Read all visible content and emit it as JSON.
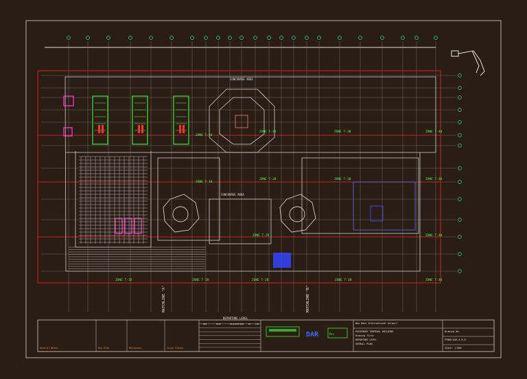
{
  "colors": {
    "background": "#2a1d14",
    "frame": "#d8d8d8",
    "grid_line": "#8a8a8a",
    "grid_bubble": "#2fbf9a",
    "boundary_red": "#e02020",
    "equipment_green": "#39e639",
    "equipment_red": "#ff3030",
    "equipment_magenta": "#ff33cc",
    "equipment_blue": "#3344ff",
    "label_green": "#4dff4d",
    "text_white": "#e6e6e6",
    "title_orange": "#ff8c2a",
    "logo_blue": "#3b6cff"
  },
  "drawing": {
    "match_line_labels": [
      "MATCHLINE \"A\"",
      "MATCHLINE \"B\""
    ],
    "departure_label": "DEPARTURE LEVEL",
    "concourse_label": "CONCOURSE AREA",
    "level_tags": [
      "ZONE T-1B",
      "ZONE T-2B",
      "ZONE T-3B",
      "ZONE T-4B"
    ],
    "icons": [
      "north-arrow-icon",
      "grid-bubble-icon"
    ]
  },
  "title_block": {
    "project_line": "New Doha International Airport",
    "building_line": "PASSENGER TERMINAL BUILDING",
    "drawing_title_label": "Drawing Title",
    "drawing_title": "DEPARTURE LEVEL",
    "sheet_subtitle": "OVERALL PLAN",
    "drawing_number_label": "Drawing No.",
    "drawing_number": "PTB00-DAR-A-0-0",
    "logo_text": "DAR",
    "revision_label": "Rev",
    "scale_label": "SCALE: 1:500",
    "left_cells": [
      "General Notes",
      "Key Plan",
      "Revisions",
      "Issue Status"
    ],
    "revision_rows": [
      "REV",
      "DATE",
      "DESCRIPTION",
      "BY",
      "CHK"
    ]
  }
}
